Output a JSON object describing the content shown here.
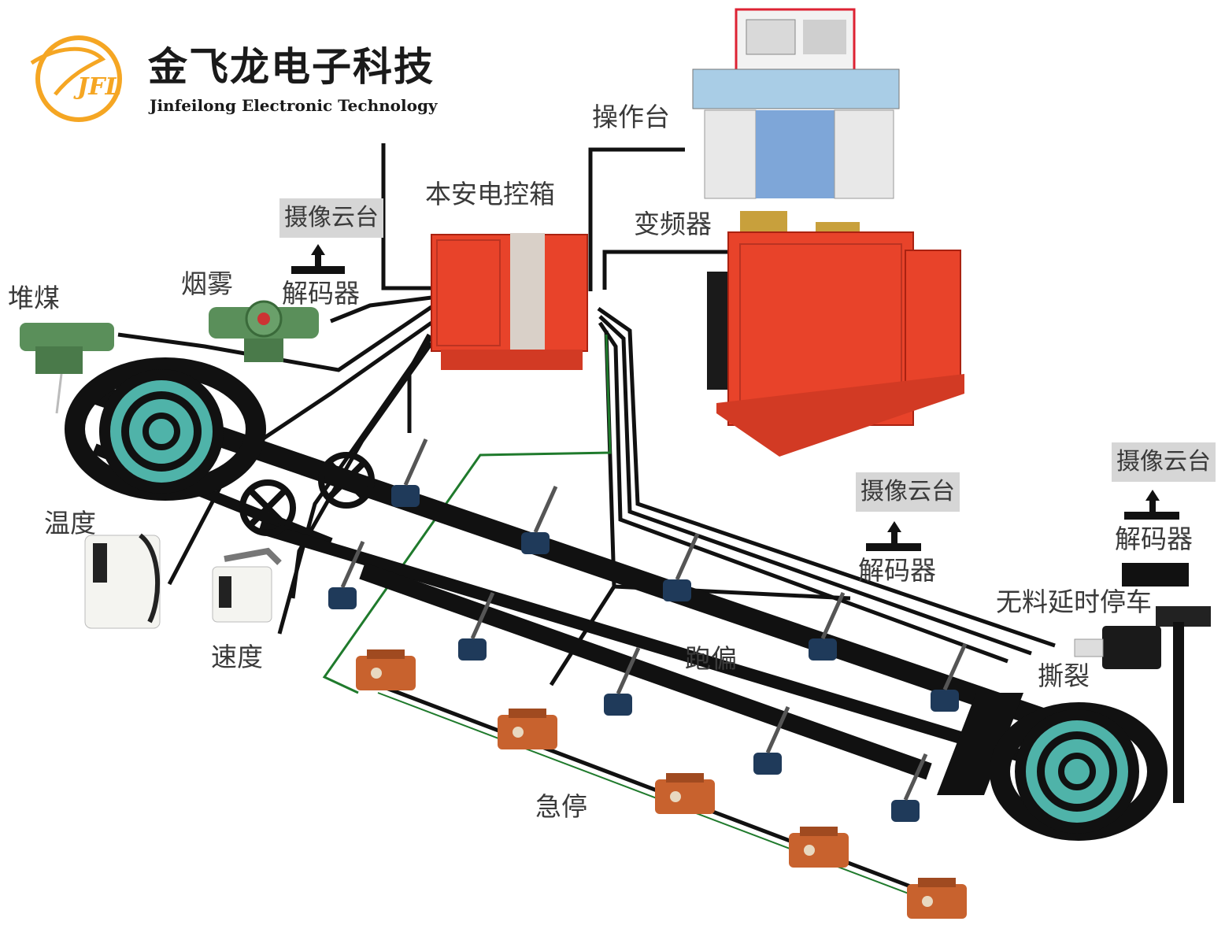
{
  "brand": {
    "name_cn": "金飞龙电子科技",
    "name_en": "Jinfeilong Electronic Technology",
    "logo_text": "JFL",
    "logo_color": "#f5a623"
  },
  "labels": {
    "console": "操作台",
    "control_box": "本安电控箱",
    "inverter": "变频器",
    "coal_pile": "堆煤",
    "smoke": "烟雾",
    "temperature": "温度",
    "speed": "速度",
    "deviation": "跑偏",
    "emergency_stop": "急停",
    "no_material_delay_stop": "无料延时停车",
    "tear": "撕裂"
  },
  "camera_units": [
    {
      "camera": "摄像云台",
      "decoder": "解码器"
    },
    {
      "camera": "摄像云台",
      "decoder": "解码器"
    },
    {
      "camera": "摄像云台",
      "decoder": "解码器"
    }
  ],
  "colors": {
    "equipment_red": "#e8432a",
    "equipment_orange": "#c8622e",
    "sensor_green": "#5a8f5a",
    "wheel_teal": "#4fb3a9",
    "belt": "#111111",
    "signal_green": "#1f7a2c",
    "console_blue": "#a9cde6"
  }
}
